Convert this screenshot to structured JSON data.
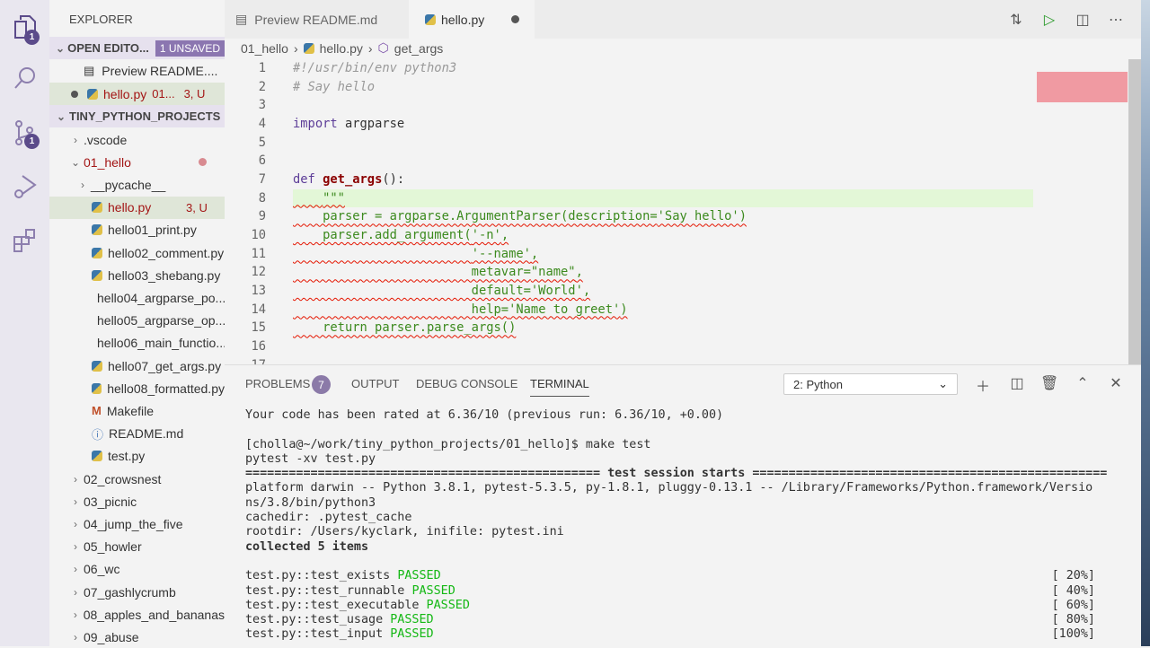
{
  "activity": {
    "explorer_badge": "1",
    "scm_badge": "1",
    "icons": [
      "files-icon",
      "search-icon",
      "source-control-icon",
      "run-debug-icon",
      "extensions-icon"
    ]
  },
  "sidebar": {
    "title": "EXPLORER",
    "open_editors": {
      "label": "OPEN EDITO...",
      "badge": "1 UNSAVED",
      "items": [
        {
          "label": "Preview README...."
        },
        {
          "label": "hello.py",
          "dir": "01...",
          "status": "3, U"
        }
      ]
    },
    "project": {
      "label": "TINY_PYTHON_PROJECTS"
    },
    "tree": [
      {
        "label": ".vscode",
        "type": "folder",
        "depth": 0,
        "open": false
      },
      {
        "label": "01_hello",
        "type": "folder",
        "depth": 0,
        "open": true,
        "modified": true
      },
      {
        "label": "__pycache__",
        "type": "folder",
        "depth": 1,
        "open": false
      },
      {
        "label": "hello.py",
        "type": "py",
        "depth": 1,
        "status": "3, U",
        "selected": true
      },
      {
        "label": "hello01_print.py",
        "type": "py",
        "depth": 1
      },
      {
        "label": "hello02_comment.py",
        "type": "py",
        "depth": 1
      },
      {
        "label": "hello03_shebang.py",
        "type": "py",
        "depth": 1
      },
      {
        "label": "hello04_argparse_po...",
        "type": "py",
        "depth": 1
      },
      {
        "label": "hello05_argparse_op...",
        "type": "py",
        "depth": 1
      },
      {
        "label": "hello06_main_functio...",
        "type": "py",
        "depth": 1
      },
      {
        "label": "hello07_get_args.py",
        "type": "py",
        "depth": 1
      },
      {
        "label": "hello08_formatted.py",
        "type": "py",
        "depth": 1
      },
      {
        "label": "Makefile",
        "type": "make",
        "depth": 1
      },
      {
        "label": "README.md",
        "type": "info",
        "depth": 1
      },
      {
        "label": "test.py",
        "type": "py",
        "depth": 1
      },
      {
        "label": "02_crowsnest",
        "type": "folder",
        "depth": 0
      },
      {
        "label": "03_picnic",
        "type": "folder",
        "depth": 0
      },
      {
        "label": "04_jump_the_five",
        "type": "folder",
        "depth": 0
      },
      {
        "label": "05_howler",
        "type": "folder",
        "depth": 0
      },
      {
        "label": "06_wc",
        "type": "folder",
        "depth": 0
      },
      {
        "label": "07_gashlycrumb",
        "type": "folder",
        "depth": 0
      },
      {
        "label": "08_apples_and_bananas",
        "type": "folder",
        "depth": 0
      },
      {
        "label": "09_abuse",
        "type": "folder",
        "depth": 0
      }
    ]
  },
  "tabs": [
    {
      "label": "Preview README.md",
      "active": false
    },
    {
      "label": "hello.py",
      "active": true,
      "unsaved": true
    }
  ],
  "breadcrumb": [
    "01_hello",
    "hello.py",
    "get_args"
  ],
  "editor": {
    "lines": [
      [
        [
          "#!/usr/bin/env python3",
          "c"
        ]
      ],
      [
        [
          "# Say hello",
          "c"
        ]
      ],
      [],
      [
        [
          "import",
          "k"
        ],
        [
          " argparse",
          "p"
        ]
      ],
      [],
      [],
      [
        [
          "def",
          "k"
        ],
        [
          " ",
          "p"
        ],
        [
          "get_args",
          "f"
        ],
        [
          "():",
          "p"
        ]
      ],
      [
        [
          "    ",
          "p"
        ],
        [
          "\"\"\"",
          "s"
        ]
      ],
      [
        [
          "    parser = argparse.ArgumentParser(description=",
          "g"
        ],
        [
          "'Say hello'",
          "s"
        ],
        [
          ")",
          "g"
        ]
      ],
      [
        [
          "    parser.add_argument(",
          "g"
        ],
        [
          "'-n'",
          "s"
        ],
        [
          ",",
          "g"
        ]
      ],
      [
        [
          "                        ",
          "p"
        ],
        [
          "'--name'",
          "s"
        ],
        [
          ",",
          "g"
        ]
      ],
      [
        [
          "                        metavar=",
          "g"
        ],
        [
          "\"name\"",
          "s"
        ],
        [
          ",",
          "g"
        ]
      ],
      [
        [
          "                        default=",
          "g"
        ],
        [
          "'World'",
          "s"
        ],
        [
          ",",
          "g"
        ]
      ],
      [
        [
          "                        help=",
          "g"
        ],
        [
          "'Name to greet'",
          "s"
        ],
        [
          ")",
          "g"
        ]
      ],
      [
        [
          "    return parser.parse_args()",
          "g"
        ]
      ],
      [],
      []
    ]
  },
  "panel": {
    "tabs": [
      "PROBLEMS",
      "OUTPUT",
      "DEBUG CONSOLE",
      "TERMINAL"
    ],
    "problems_count": "7",
    "active": "TERMINAL",
    "terminal_select": "2: Python",
    "terminal": {
      "lines": [
        "Your code has been rated at 6.36/10 (previous run: 6.36/10, +0.00)",
        "",
        "[cholla@~/work/tiny_python_projects/01_hello]$ make test",
        "pytest -xv test.py"
      ],
      "session_header": "================================================= test session starts =================================================",
      "info": [
        "platform darwin -- Python 3.8.1, pytest-5.3.5, py-1.8.1, pluggy-0.13.1 -- /Library/Frameworks/Python.framework/Versio",
        "ns/3.8/bin/python3",
        "cachedir: .pytest_cache",
        "rootdir: /Users/kyclark, inifile: pytest.ini"
      ],
      "collected": "collected 5 items",
      "results": [
        {
          "name": "test.py::test_exists",
          "status": "PASSED",
          "pct": "[ 20%]"
        },
        {
          "name": "test.py::test_runnable",
          "status": "PASSED",
          "pct": "[ 40%]"
        },
        {
          "name": "test.py::test_executable",
          "status": "PASSED",
          "pct": "[ 60%]"
        },
        {
          "name": "test.py::test_usage",
          "status": "PASSED",
          "pct": "[ 80%]"
        },
        {
          "name": "test.py::test_input",
          "status": "PASSED",
          "pct": "[100%]"
        }
      ]
    }
  },
  "colors": {
    "passed": "#14b814",
    "accent": "#5b4b8a",
    "modified": "#a31515"
  }
}
